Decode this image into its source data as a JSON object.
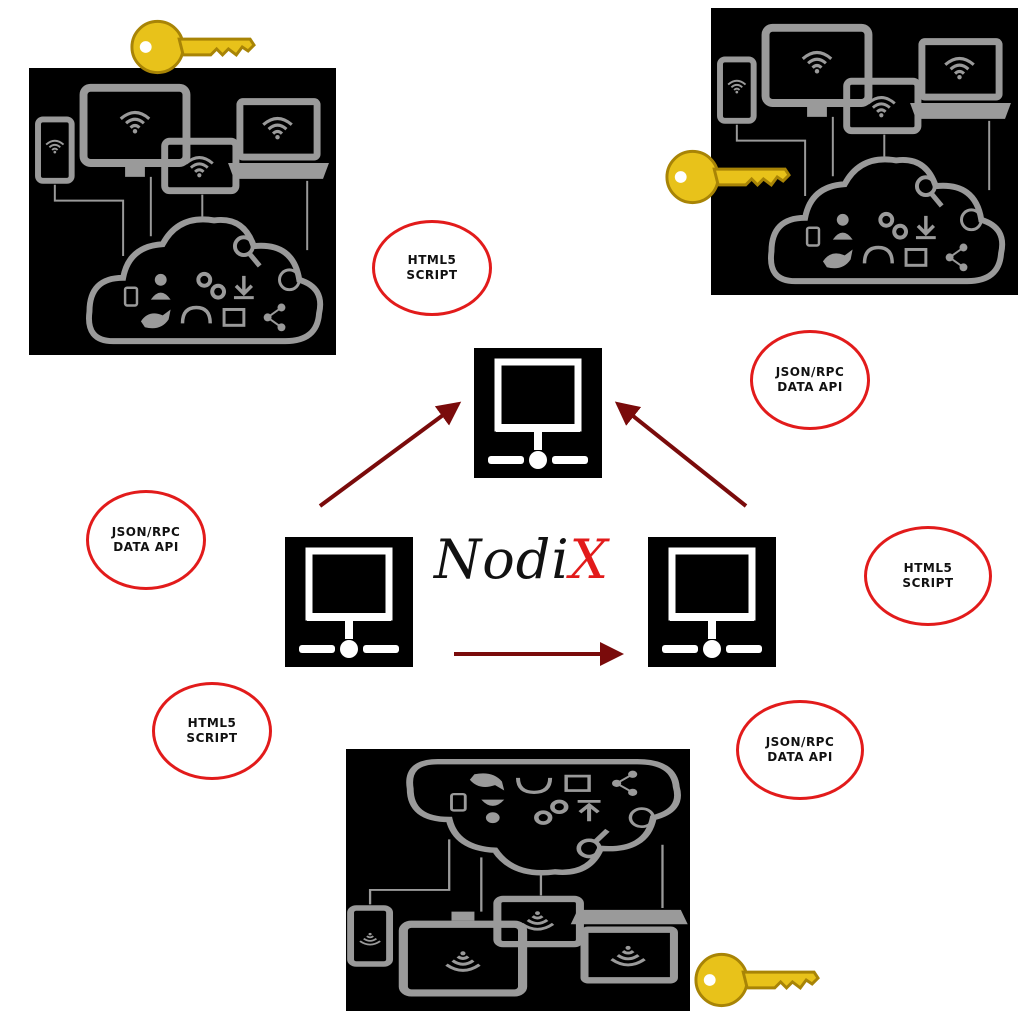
{
  "brand": {
    "prefix": "Nodi",
    "accent": "X"
  },
  "bubbles": [
    {
      "line1": "HTML5",
      "line2": "SCRIPT"
    },
    {
      "line1": "JSON/RPC",
      "line2": "DATA API"
    },
    {
      "line1": "JSON/RPC",
      "line2": "DATA API"
    },
    {
      "line1": "HTML5",
      "line2": "SCRIPT"
    },
    {
      "line1": "HTML5",
      "line2": "SCRIPT"
    },
    {
      "line1": "JSON/RPC",
      "line2": "DATA API"
    }
  ],
  "colors": {
    "bubble_border": "#e21b1b",
    "arrow": "#7a0b0b",
    "key": "#e8c21a",
    "device": "#9a9a9a"
  },
  "icons": [
    "key-icon",
    "cloud-icon",
    "monitor-icon",
    "tablet-icon",
    "laptop-icon",
    "phone-icon",
    "wifi-icon",
    "network-terminal-icon",
    "arrow-icon"
  ]
}
